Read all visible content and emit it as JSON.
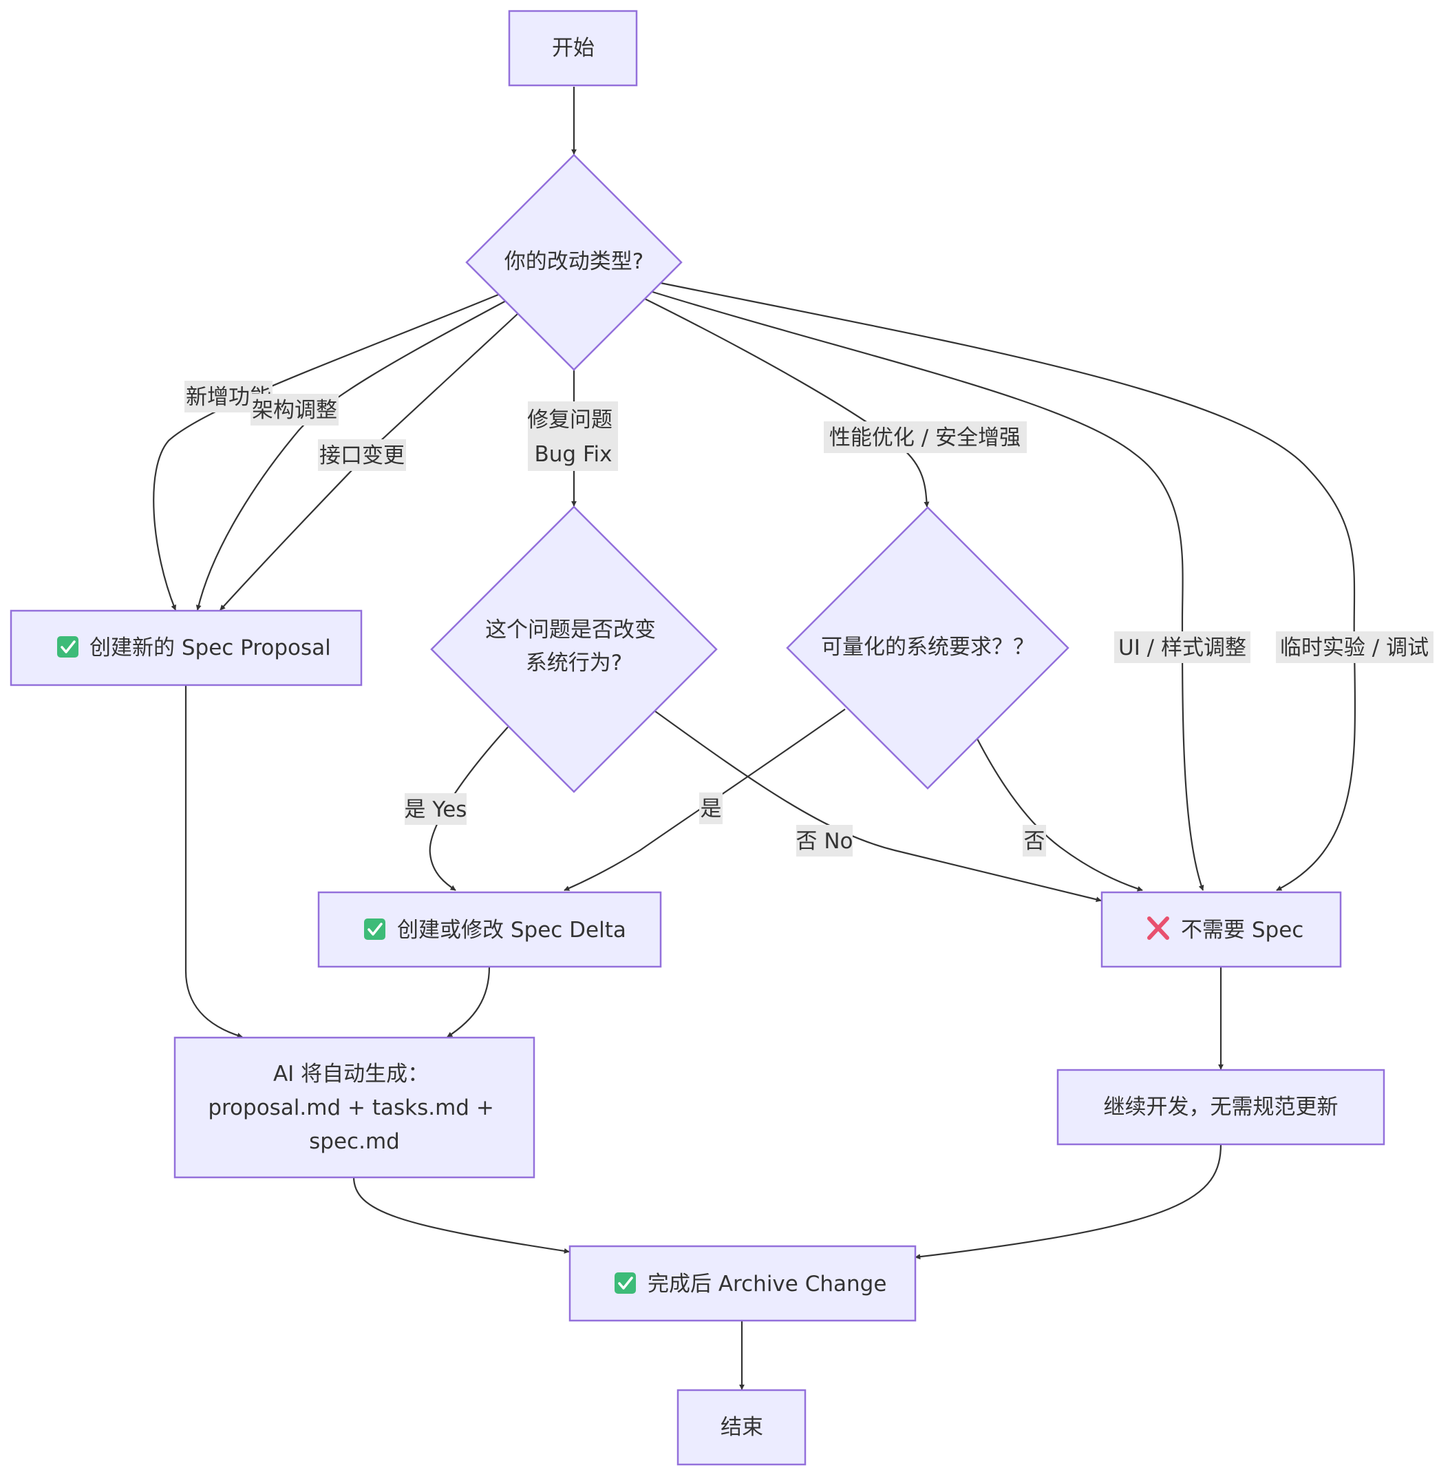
{
  "nodes": {
    "start": "开始",
    "change_type": "你的改动类型?",
    "create_proposal": "创建新的 Spec Proposal",
    "behavior_question": [
      "这个问题是否改变",
      "系统行为?"
    ],
    "quantifiable_question": "可量化的系统要求？？",
    "create_delta": "创建或修改 Spec Delta",
    "no_spec": "不需要 Spec",
    "ai_generate": [
      "AI 将自动生成：",
      "proposal.md + tasks.md +",
      "spec.md"
    ],
    "continue_dev": "继续开发，无需规范更新",
    "archive": "完成后 Archive Change",
    "end": "结束"
  },
  "edge_labels": {
    "new_feature": "新增功能",
    "architecture": "架构调整",
    "interface_change": "接口变更",
    "bug_fix": [
      "修复问题",
      "Bug Fix"
    ],
    "perf_security": "性能优化 / 安全增强",
    "ui_style": "UI / 样式调整",
    "experiment": "临时实验 / 调试",
    "yes_en": "是 Yes",
    "no_en": "否 No",
    "yes": "是",
    "no": "否"
  },
  "icons": {
    "check": "check-mark-icon",
    "cross": "cross-mark-icon"
  },
  "colors": {
    "node_fill": "#ECECFF",
    "node_stroke": "#9370DB",
    "edge": "#333333",
    "label_bg": "#e8e8e8",
    "check": "#3dbb78",
    "cross": "#e8506e"
  }
}
